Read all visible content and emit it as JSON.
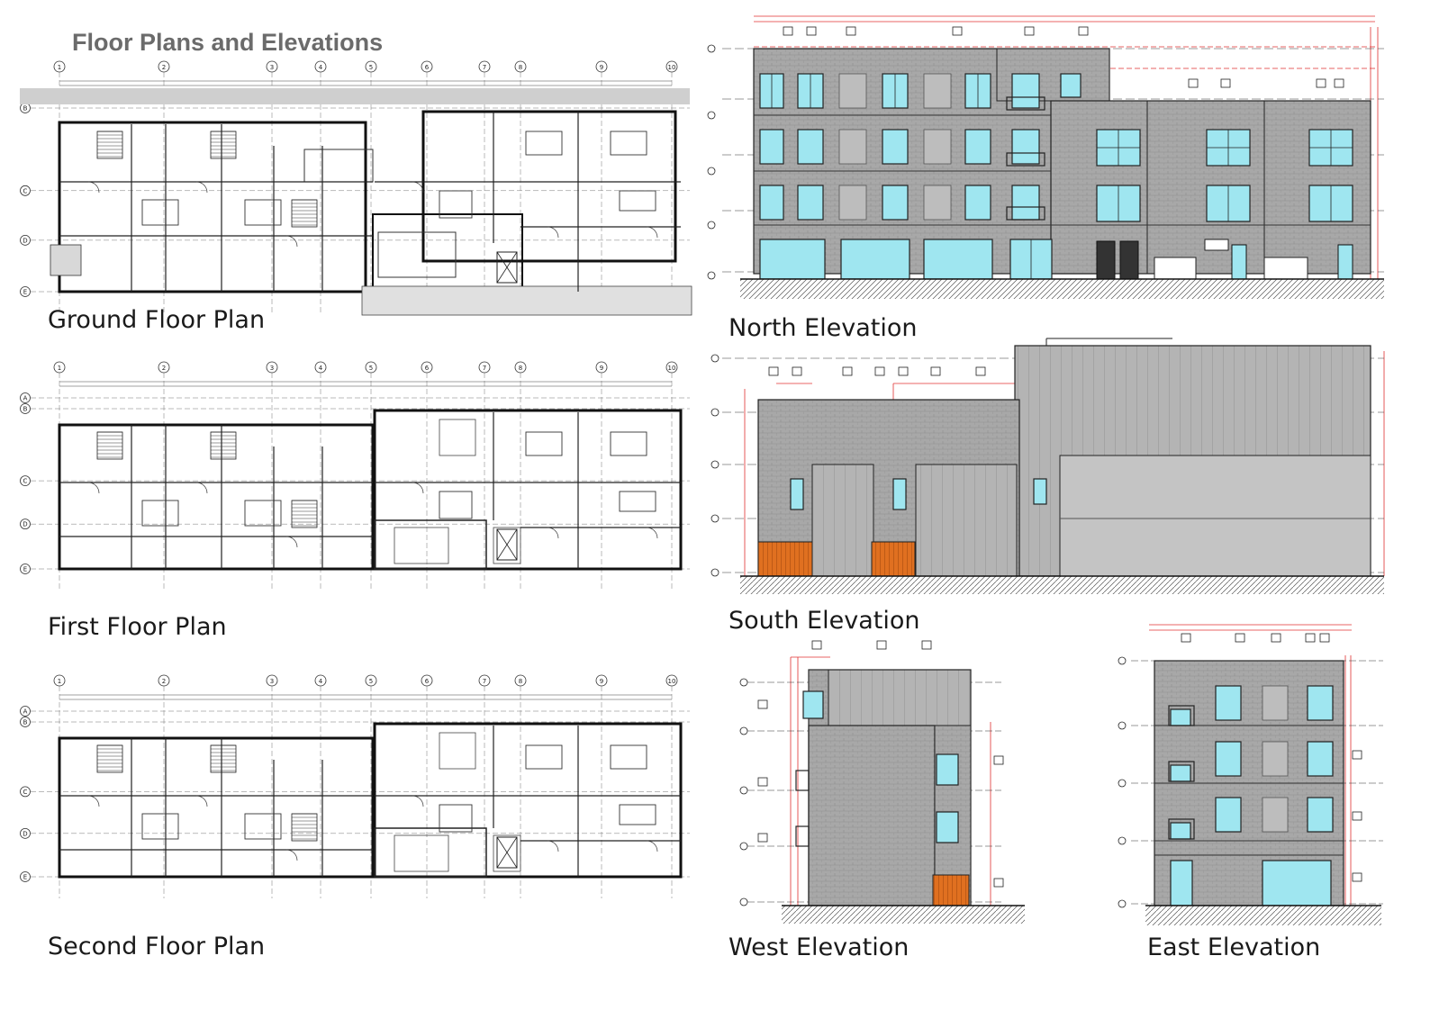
{
  "page": {
    "title": "Floor Plans and Elevations"
  },
  "captions": {
    "ground": "Ground Floor Plan",
    "first": "First Floor Plan",
    "second": "Second Floor Plan",
    "north": "North Elevation",
    "south": "South Elevation",
    "west": "West Elevation",
    "east": "East Elevation"
  },
  "grid": {
    "columns": [
      "1",
      "2",
      "3",
      "4",
      "5",
      "6",
      "7",
      "8",
      "9",
      "10"
    ],
    "rows": [
      "A",
      "B",
      "C",
      "D",
      "E"
    ]
  },
  "colors": {
    "brick": "#a9a9a9",
    "glass": "#9fe6f0",
    "timber": "#e07020",
    "dimension": "#e03030",
    "line": "#222222"
  }
}
